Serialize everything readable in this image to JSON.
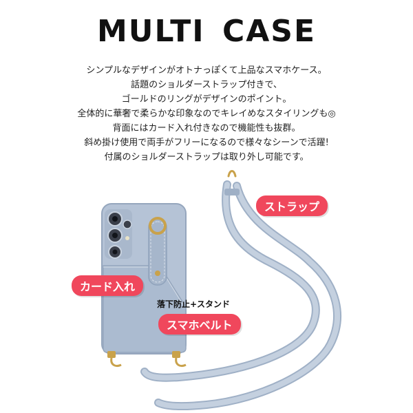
{
  "title": "MULTI  CASE",
  "description": [
    "シンプルなデザインがオトナっぽくて上品なスマホケース。",
    "話題のショルダーストラップ付きで、",
    "ゴールドのリングがデザインのポイント。",
    "全体的に華奢で柔らかな印象なのでキレイめなスタイリングも◎",
    "背面にはカード入れ付きなので機能性も抜群。",
    "斜め掛け使用で両手がフリーになるので様々なシーンで活躍!",
    "付属のショルダーストラップは取り外し可能です。"
  ],
  "labels": {
    "strap": "ストラップ",
    "card": "カード入れ",
    "belt_sub": "落下防止+スタンド",
    "belt": "スマホベルト"
  },
  "colors": {
    "label_bg": "#f0475c",
    "case": "#b5c3d6",
    "gold": "#c9a24b"
  }
}
